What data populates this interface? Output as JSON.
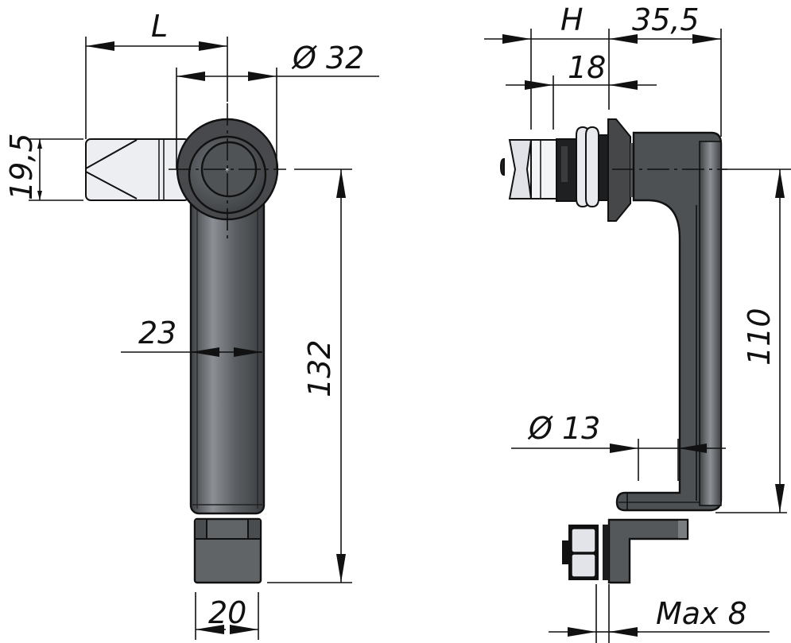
{
  "drawing": {
    "title": "Compression latch with L-handle — dimensioned technical drawing",
    "views": [
      "front-view",
      "side-view"
    ],
    "colors": {
      "line": "#111111",
      "body_dark": "#4a4d50",
      "body_mid": "#5e6265",
      "body_light": "#8a8e92",
      "metal_light": "#e4e5ea",
      "background": "#ffffff"
    }
  },
  "front_view": {
    "dimensions": {
      "L": "L",
      "diam32": "Ø 32",
      "h19_5": "19,5",
      "w23": "23",
      "h132": "132",
      "w20": "20"
    }
  },
  "side_view": {
    "dimensions": {
      "H": "H",
      "w35_5": "35,5",
      "w18": "18",
      "h110": "110",
      "diam13": "Ø 13",
      "max8": "Max 8"
    }
  }
}
